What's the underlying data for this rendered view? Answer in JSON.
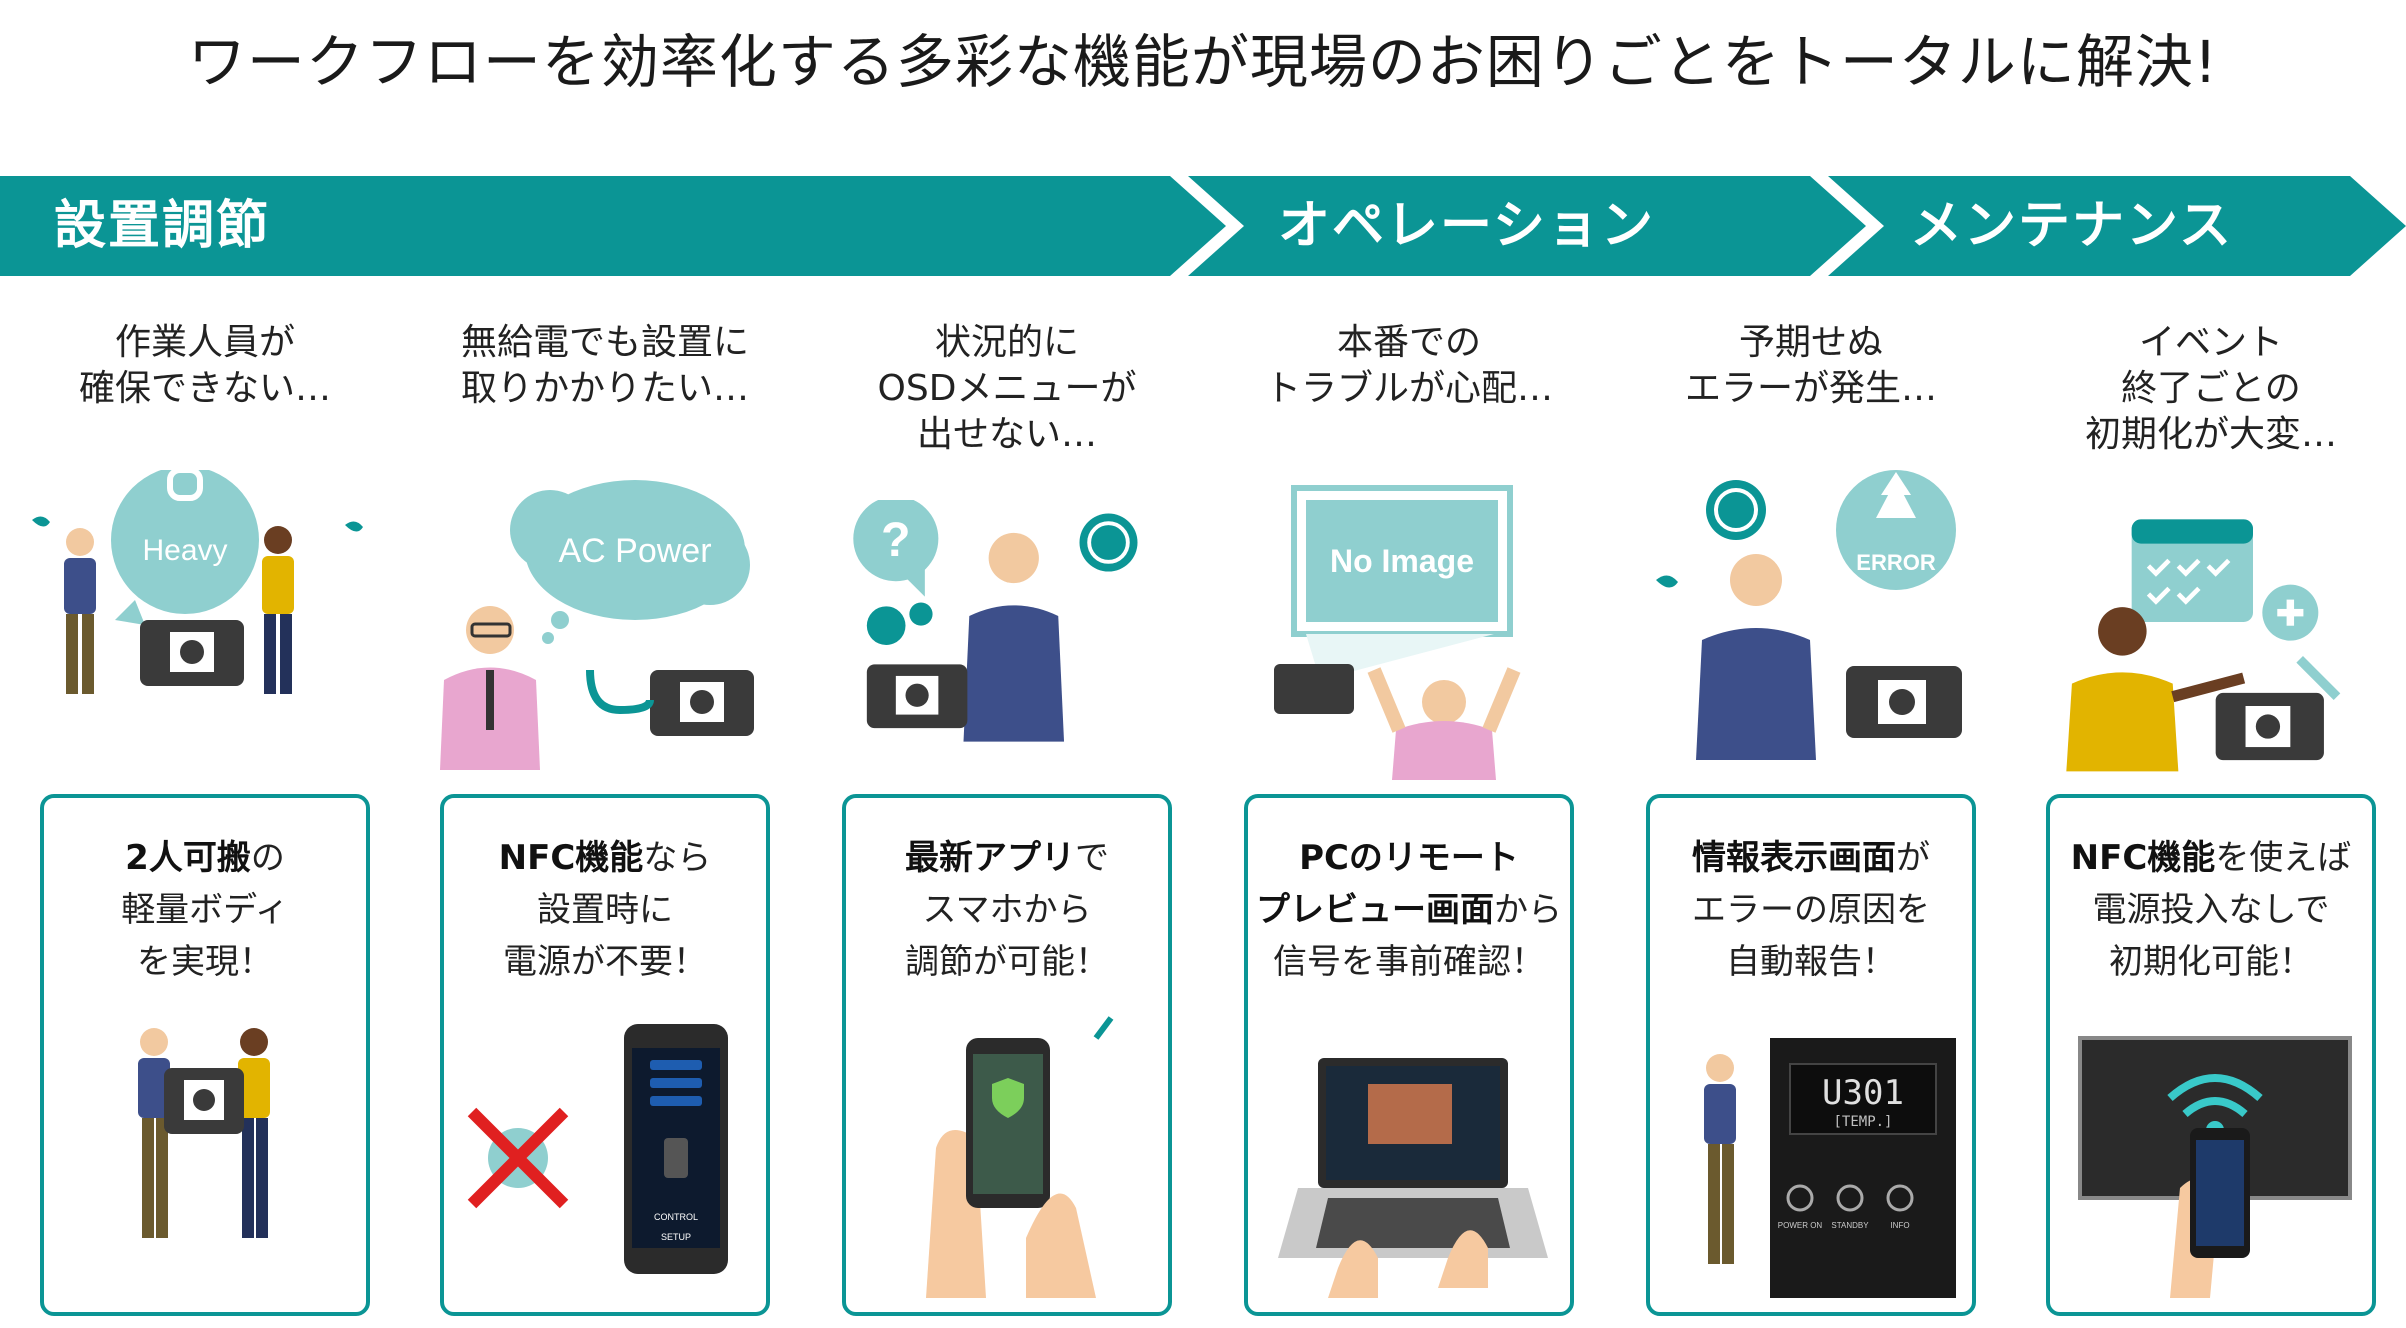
{
  "title": "ワークフローを効率化する多彩な機能が現場のお困りごとをトータルに解決!",
  "phases": [
    {
      "label": "設置調節"
    },
    {
      "label": "オペレーション"
    },
    {
      "label": "メンテナンス"
    }
  ],
  "colors": {
    "teal": "#0b9595",
    "teal_light": "#8fcfcf",
    "shirt_blue": "#3d4f8a",
    "shirt_yellow": "#e2b400",
    "shirt_pink": "#e8a6cf",
    "projector": "#3a3a3a"
  },
  "columns": [
    {
      "problem": [
        "作業人員が",
        "確保できない…"
      ],
      "bubble": "Heavy",
      "card": [
        {
          "bold": "2人可搬",
          "normal": "の"
        },
        {
          "bold": "",
          "normal": "軽量ボディ"
        },
        {
          "bold": "",
          "normal": "を実現！"
        }
      ]
    },
    {
      "problem": [
        "無給電でも設置に",
        "取りかかりたい…"
      ],
      "bubble": "AC Power",
      "phone_buttons": [
        "CONTROL",
        "SETUP"
      ],
      "card": [
        {
          "bold": "NFC機能",
          "normal": "なら"
        },
        {
          "bold": "",
          "normal": "設置時に"
        },
        {
          "bold": "",
          "normal": "電源が不要！"
        }
      ]
    },
    {
      "problem": [
        "状況的に",
        "OSDメニューが",
        "出せない…"
      ],
      "bubble": "?",
      "card": [
        {
          "bold": "最新アプリ",
          "normal": "で"
        },
        {
          "bold": "",
          "normal": "スマホから"
        },
        {
          "bold": "",
          "normal": "調節が可能！"
        }
      ]
    },
    {
      "problem": [
        "本番での",
        "トラブルが心配…"
      ],
      "bubble": "No Image",
      "card": [
        {
          "bold": "PCのリモート",
          "normal": ""
        },
        {
          "bold": "プレビュー画面",
          "normal": "から"
        },
        {
          "bold": "",
          "normal": "信号を事前確認！"
        }
      ]
    },
    {
      "problem": [
        "予期せぬ",
        "エラーが発生…"
      ],
      "bubble": "ERROR",
      "panel": {
        "code": "U301",
        "sub": "[TEMP.]",
        "btn1": "POWER ON",
        "btn2": "STANDBY",
        "btn3": "INFO"
      },
      "card": [
        {
          "bold": "情報表示画面",
          "normal": "が"
        },
        {
          "bold": "",
          "normal": "エラーの原因を"
        },
        {
          "bold": "",
          "normal": "自動報告！"
        }
      ]
    },
    {
      "problem": [
        "イベント",
        "終了ごとの",
        "初期化が大変…"
      ],
      "bubble": "+",
      "card": [
        {
          "bold": "NFC機能",
          "normal": "を使えば"
        },
        {
          "bold": "",
          "normal": "電源投入なしで"
        },
        {
          "bold": "",
          "normal": "初期化可能！"
        }
      ]
    }
  ]
}
